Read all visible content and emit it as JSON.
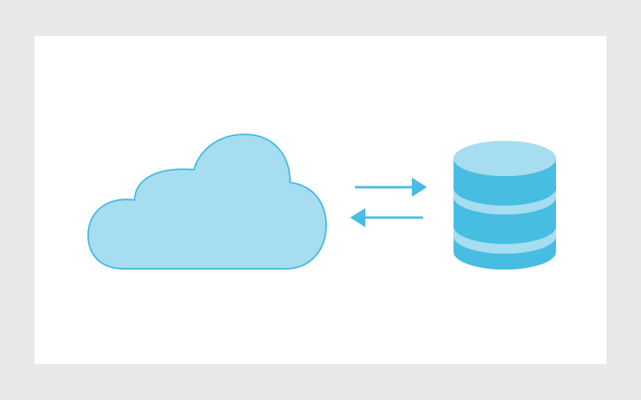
{
  "diagram": {
    "nodes": [
      {
        "id": "cloud",
        "icon": "cloud-icon"
      },
      {
        "id": "database",
        "icon": "database-icon"
      }
    ],
    "edges": [
      {
        "from": "cloud",
        "to": "database",
        "direction": "right"
      },
      {
        "from": "database",
        "to": "cloud",
        "direction": "left"
      }
    ]
  },
  "colors": {
    "background": "#e8e8e8",
    "card": "#ffffff",
    "cloud_fill": "#a6ddf0",
    "cloud_stroke": "#48bce2",
    "db_dark": "#47bde2",
    "db_light": "#a6ddf0",
    "arrow": "#48bce2"
  }
}
